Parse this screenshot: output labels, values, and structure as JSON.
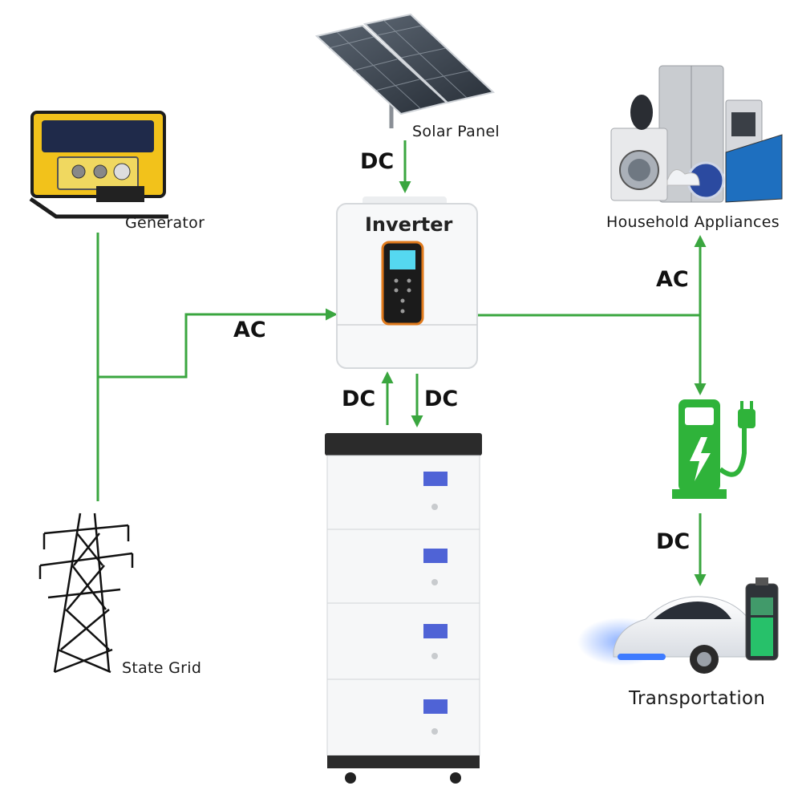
{
  "nodes": {
    "solar_panel": "Solar Panel",
    "generator": "Generator",
    "inverter": "Inverter",
    "household": "Household Appliances",
    "state_grid": "State Grid",
    "transportation": "Transportation"
  },
  "flows": {
    "solar_to_inverter": "DC",
    "grid_to_inverter": "AC",
    "inverter_to_appliances": "AC",
    "battery_to_inverter": "DC",
    "inverter_to_battery": "DC",
    "charger_to_car": "DC"
  },
  "colors": {
    "line": "#3aa63f",
    "charger": "#2fb33a",
    "generator": "#f2c21b",
    "inverter_accent": "#e07a1c",
    "screen": "#55d8f0"
  }
}
